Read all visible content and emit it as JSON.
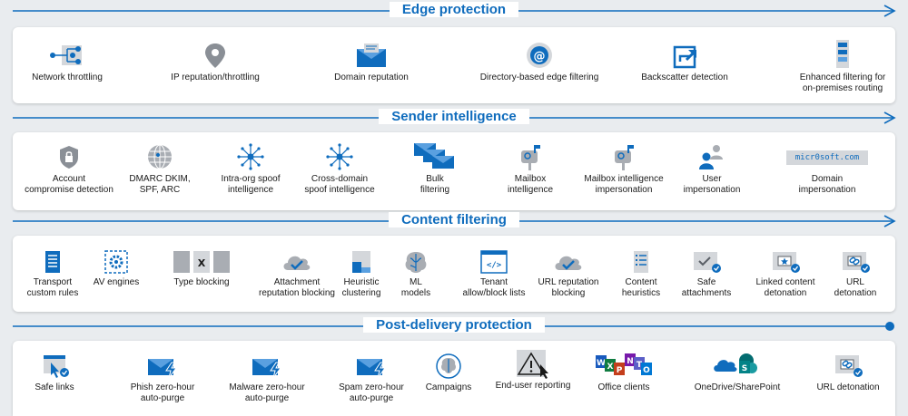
{
  "sections": [
    {
      "title": "Edge protection",
      "items": [
        {
          "label": "Network throttling",
          "icon": "network-nodes-icon"
        },
        {
          "label": "IP reputation/throttling",
          "icon": "location-pin-icon"
        },
        {
          "label": "Domain reputation",
          "icon": "mail-envelope-icon"
        },
        {
          "label": "Directory-based edge filtering",
          "icon": "at-sign-icon"
        },
        {
          "label": "Backscatter detection",
          "icon": "share-arrow-icon"
        },
        {
          "label": "Enhanced filtering for",
          "label2": "on-premises routing",
          "icon": "server-filter-icon"
        }
      ]
    },
    {
      "title": "Sender intelligence",
      "items": [
        {
          "label": "Account",
          "label2": "compromise detection",
          "icon": "shield-lock-icon"
        },
        {
          "label": "DMARC DKIM,",
          "label2": "SPF, ARC",
          "icon": "globe-grid-icon"
        },
        {
          "label": "Intra-org spoof",
          "label2": "intelligence",
          "icon": "hub-spokes-icon"
        },
        {
          "label": "Cross-domain",
          "label2": "spoof intelligence",
          "icon": "hub-spokes-icon"
        },
        {
          "label": "Bulk",
          "label2": "filtering",
          "icon": "stacked-mail-icon"
        },
        {
          "label": "Mailbox",
          "label2": "intelligence",
          "icon": "mailbox-icon"
        },
        {
          "label": "Mailbox intelligence",
          "label2": "impersonation",
          "icon": "mailbox-icon"
        },
        {
          "label": "User",
          "label2": "impersonation",
          "icon": "users-icon"
        },
        {
          "label": "Domain",
          "label2": "impersonation",
          "icon": "domain-text-icon",
          "badge": "micr0soft.com"
        }
      ]
    },
    {
      "title": "Content filtering",
      "items": [
        {
          "label": "Transport",
          "label2": "custom rules",
          "icon": "rules-list-icon"
        },
        {
          "label": "AV engines",
          "icon": "gear-window-icon"
        },
        {
          "label": "Type blocking",
          "icon": "file-x-icon",
          "mark": "X"
        },
        {
          "label": "Attachment",
          "label2": "reputation blocking",
          "icon": "cloud-check-icon"
        },
        {
          "label": "Heuristic",
          "label2": "clustering",
          "icon": "cluster-blocks-icon"
        },
        {
          "label": "ML",
          "label2": "models",
          "icon": "brain-icon"
        },
        {
          "label": "Tenant",
          "label2": "allow/block lists",
          "icon": "code-window-icon",
          "mark": "</>"
        },
        {
          "label": "URL reputation",
          "label2": "blocking",
          "icon": "cloud-check-icon"
        },
        {
          "label": "Content",
          "label2": "heuristics",
          "icon": "document-list-icon"
        },
        {
          "label": "Safe",
          "label2": "attachments",
          "icon": "safe-attachment-icon"
        },
        {
          "label": "Linked content",
          "label2": "detonation",
          "icon": "star-window-icon"
        },
        {
          "label": "URL",
          "label2": "detonation",
          "icon": "link-window-icon"
        }
      ]
    },
    {
      "title": "Post-delivery protection",
      "items": [
        {
          "label": "Safe links",
          "icon": "safe-links-icon"
        },
        {
          "label": "Phish zero-hour",
          "label2": "auto-purge",
          "icon": "mail-bolt-icon"
        },
        {
          "label": "Malware zero-hour",
          "label2": "auto-purge",
          "icon": "mail-bolt-icon"
        },
        {
          "label": "Spam zero-hour",
          "label2": "auto-purge",
          "icon": "mail-bolt-icon"
        },
        {
          "label": "Campaigns",
          "icon": "campaign-brain-icon"
        },
        {
          "label": "End-user reporting",
          "icon": "warning-cursor-icon"
        },
        {
          "label": "Office clients",
          "icon": "office-apps-icon"
        },
        {
          "label": "OneDrive/SharePoint",
          "icon": "onedrive-sharepoint-icon"
        },
        {
          "label": "URL detonation",
          "icon": "link-window-icon"
        }
      ]
    }
  ],
  "colors": {
    "accent": "#0f6cbd",
    "gray": "#a9adb3",
    "light": "#d4d7db"
  }
}
